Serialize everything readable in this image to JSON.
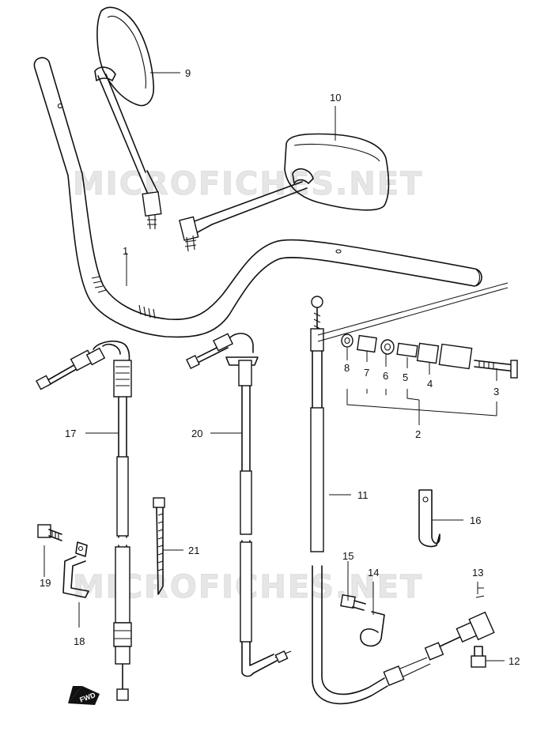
{
  "watermark": {
    "text_top": "MICROFICHES.NET",
    "text_bottom": "MICROFICHES.NET"
  },
  "fwd_label": "FWD",
  "callouts": [
    {
      "id": "p1",
      "label": "1"
    },
    {
      "id": "p2",
      "label": "2"
    },
    {
      "id": "p3",
      "label": "3"
    },
    {
      "id": "p4",
      "label": "4"
    },
    {
      "id": "p5",
      "label": "5"
    },
    {
      "id": "p6",
      "label": "6"
    },
    {
      "id": "p7",
      "label": "7"
    },
    {
      "id": "p8",
      "label": "8"
    },
    {
      "id": "p9",
      "label": "9"
    },
    {
      "id": "p10",
      "label": "10"
    },
    {
      "id": "p11",
      "label": "11"
    },
    {
      "id": "p12",
      "label": "12"
    },
    {
      "id": "p13",
      "label": "13"
    },
    {
      "id": "p14",
      "label": "14"
    },
    {
      "id": "p15",
      "label": "15"
    },
    {
      "id": "p16",
      "label": "16"
    },
    {
      "id": "p17",
      "label": "17"
    },
    {
      "id": "p18",
      "label": "18"
    },
    {
      "id": "p19",
      "label": "19"
    },
    {
      "id": "p20",
      "label": "20"
    },
    {
      "id": "p21",
      "label": "21"
    }
  ]
}
